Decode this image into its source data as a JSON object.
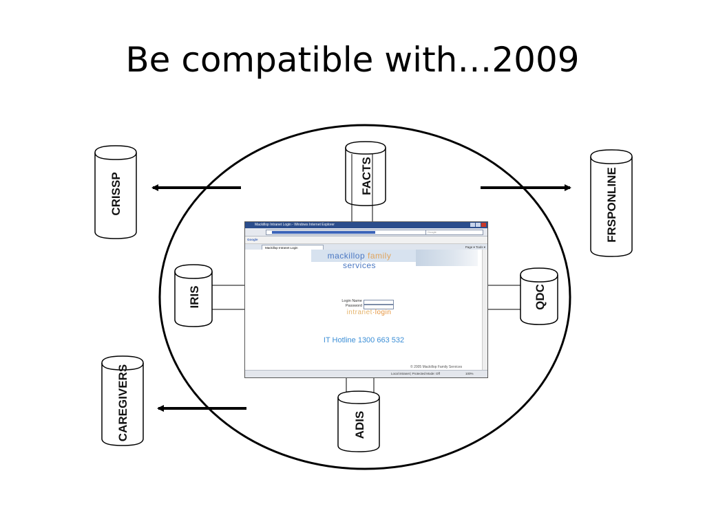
{
  "slide": {
    "title": "Be compatible with…2009"
  },
  "systems": {
    "crissp": "CRISSP",
    "facts": "FACTS",
    "frsponline": "FRSPONLINE",
    "iris": "IRIS",
    "qdc": "QDC",
    "caregivers": "CAREGIVERS",
    "adis": "ADIS"
  },
  "browser": {
    "window_title": "Mackillop Intranet Login - Windows Internet Explorer",
    "search_placeholder": "Google",
    "google_bar": "Google",
    "tab_label": "Mackillop Intranet Login",
    "tools_bar": "Page ▾  Tools ▾",
    "banner_left": "mackillop ",
    "banner_family": "family",
    "banner_right": " services",
    "login_name_label": "Login Name",
    "password_label": "Password",
    "intranet_word": "intranet",
    "login_word": "·login",
    "hotline": "IT Hotline 1300 663 532",
    "copyright": "© 2005 Mackillop Family Services",
    "status_zone": "Local intranet | Protected Mode: Off",
    "zoom": "100%"
  }
}
